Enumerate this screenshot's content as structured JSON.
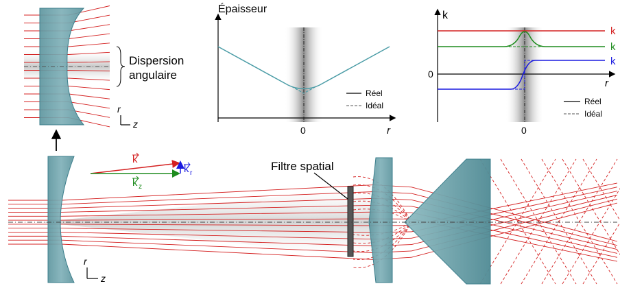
{
  "inset_lens": {
    "dispersion_line1": "Dispersion",
    "dispersion_line2": "angulaire",
    "axis_r": "r",
    "axis_z": "z"
  },
  "thickness_plot": {
    "title": "Épaisseur",
    "x_label": "r",
    "x_tick": "0",
    "legend_real": "Réel",
    "legend_ideal": "Idéal"
  },
  "k_plot": {
    "title": "k",
    "x_label": "r",
    "x_tick": "0",
    "y_tick": "0",
    "label_k": "k",
    "label_kz": "k",
    "label_kr": "k",
    "legend_real": "Réel",
    "legend_ideal": "Idéal"
  },
  "main": {
    "vector_k": "k",
    "vector_kr": "k",
    "vector_kr_sub": "r",
    "vector_kz": "k",
    "vector_kz_sub": "z",
    "filter_label": "Filtre spatial",
    "axis_r": "r",
    "axis_z": "z"
  },
  "colors": {
    "lens_fill": "#6fa3ad",
    "lens_stroke": "#3d7f8c",
    "ray": "#d42020",
    "k_red": "#d42020",
    "k_green": "#1e8c1e",
    "k_blue": "#1a1ae0",
    "curve_teal": "#4a9ca6"
  }
}
